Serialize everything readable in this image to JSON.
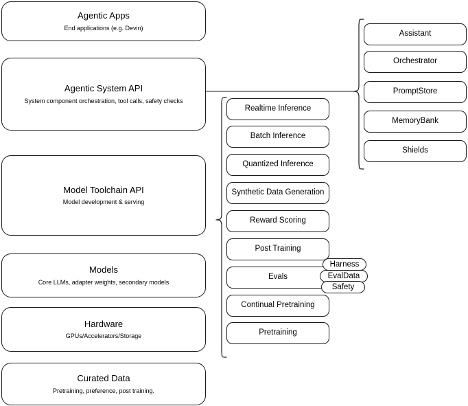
{
  "diagram": {
    "type": "layered-architecture-diagram",
    "background_color": "#ffffff",
    "stroke_color": "#1a1a1a"
  },
  "left_stack": {
    "name": "platform-layers",
    "items": [
      {
        "title": "Agentic Apps",
        "subtitle": "End applications (e.g. Devin)"
      },
      {
        "title": "Agentic System API",
        "subtitle": "System component orchestration, tool calls, safety checks"
      },
      {
        "title": "Model Toolchain API",
        "subtitle": "Model development & serving"
      },
      {
        "title": "Models",
        "subtitle": "Core LLMs, adapter weights, secondary models"
      },
      {
        "title": "Hardware",
        "subtitle": "GPUs/Accelerators/Storage"
      },
      {
        "title": "Curated Data",
        "subtitle": "Pretraining, preference, post training."
      }
    ]
  },
  "middle_stack": {
    "name": "model-toolchain-capabilities",
    "items": [
      {
        "label": "Realtime Inference"
      },
      {
        "label": "Batch Inference"
      },
      {
        "label": "Quantized Inference"
      },
      {
        "label": "Synthetic Data Generation"
      },
      {
        "label": "Reward Scoring"
      },
      {
        "label": "Post Training"
      },
      {
        "label": "Evals"
      },
      {
        "label": "Continual Pretraining"
      },
      {
        "label": "Pretraining"
      }
    ]
  },
  "evals_badges": {
    "name": "evals-subcomponents",
    "items": [
      {
        "label": "Harness"
      },
      {
        "label": "EvalData"
      },
      {
        "label": "Safety"
      }
    ]
  },
  "right_stack": {
    "name": "agentic-system-components",
    "items": [
      {
        "label": "Assistant"
      },
      {
        "label": "Orchestrator"
      },
      {
        "label": "PromptStore"
      },
      {
        "label": "MemoryBank"
      },
      {
        "label": "Shields"
      }
    ]
  }
}
